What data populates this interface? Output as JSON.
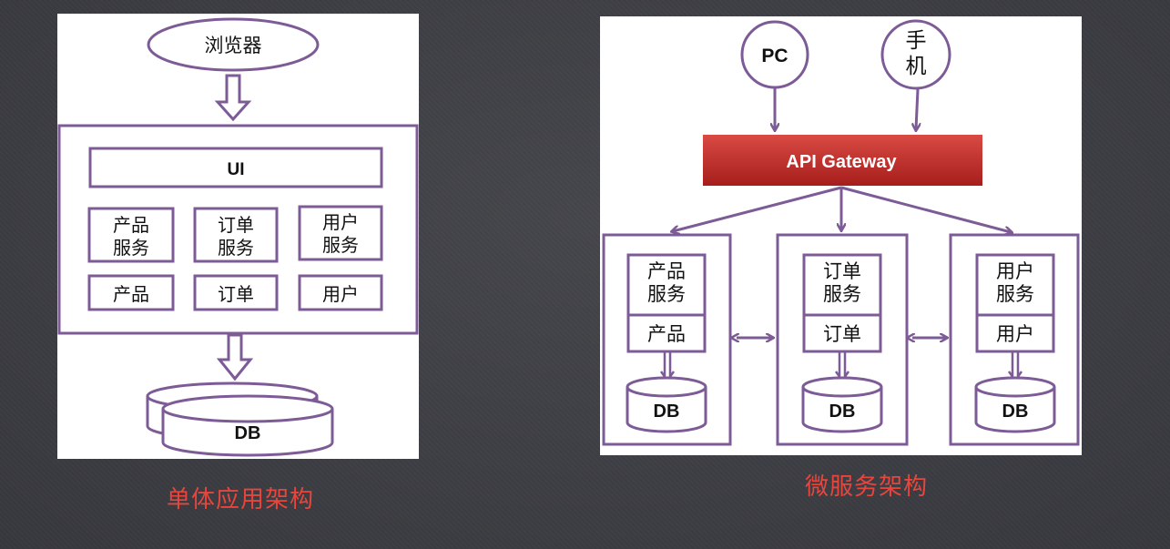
{
  "monolith": {
    "client": "浏览器",
    "ui": "UI",
    "services": [
      "产品\n服务",
      "订单\n服务",
      "用户\n服务"
    ],
    "modules": [
      "产品",
      "订单",
      "用户"
    ],
    "db": "DB",
    "caption": "单体应用架构"
  },
  "microservice": {
    "clients": [
      "PC",
      "手\n机"
    ],
    "gateway": "API Gateway",
    "services": [
      {
        "service": "产品\n服务",
        "module": "产品",
        "db": "DB"
      },
      {
        "service": "订单\n服务",
        "module": "订单",
        "db": "DB"
      },
      {
        "service": "用户\n服务",
        "module": "用户",
        "db": "DB"
      }
    ],
    "caption": "微服务架构"
  },
  "colors": {
    "stroke": "#7d5b97",
    "gateway_top": "#d94a43",
    "gateway_bottom": "#a61e1c",
    "caption": "#e8453c"
  }
}
